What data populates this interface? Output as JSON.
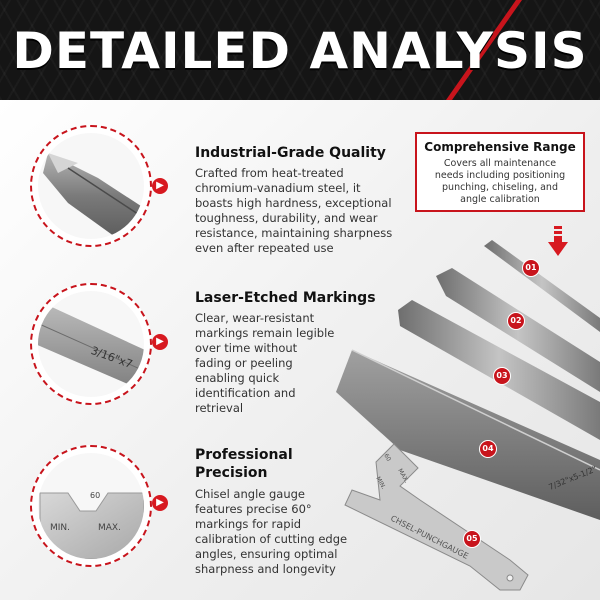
{
  "header": {
    "title": "DETAILED ANALYSIS"
  },
  "features": [
    {
      "title": "Industrial-Grade Quality",
      "text": [
        "Crafted from heat-treated",
        "chromium-vanadium steel, it",
        "boasts high hardness, exceptional",
        "toughness, durability, and wear",
        "resistance, maintaining sharpness",
        "even after repeated use"
      ]
    },
    {
      "title": "Laser-Etched Markings",
      "text": [
        "Clear, wear-resistant",
        "markings remain legible",
        "over time without",
        "fading or peeling",
        "enabling quick",
        "identification and",
        "retrieval"
      ]
    },
    {
      "title_lines": [
        "Professional",
        "Precision"
      ],
      "text": [
        "Chisel angle gauge",
        "features precise 60°",
        "markings for rapid",
        "calibration of cutting edge",
        "angles, ensuring optimal",
        "sharpness and longevity"
      ]
    }
  ],
  "range": {
    "title": "Comprehensive Range",
    "text": [
      "Covers all maintenance",
      "needs including positioning",
      "punching, chiseling, and",
      "angle calibration"
    ]
  },
  "badges": [
    "01",
    "02",
    "03",
    "04",
    "05"
  ],
  "circle_labels": {
    "marking": "3/16\"x7",
    "gauge_angle": "60",
    "gauge_min": "MIN.",
    "gauge_max": "MAX."
  },
  "tool_labels": {
    "chisel_marking": "7/32\"x5-1/2\"",
    "gauge_marking": "CHSEL-PUNCHGAUGE",
    "gauge_min": "MIN.",
    "gauge_max": "MAX.",
    "gauge_angle": "60"
  },
  "colors": {
    "accent": "#c8141c",
    "header_bg": "#151515",
    "steel": "#8c8c8c"
  },
  "icons": [
    "arrow-right-icon",
    "arrow-down-icon"
  ]
}
